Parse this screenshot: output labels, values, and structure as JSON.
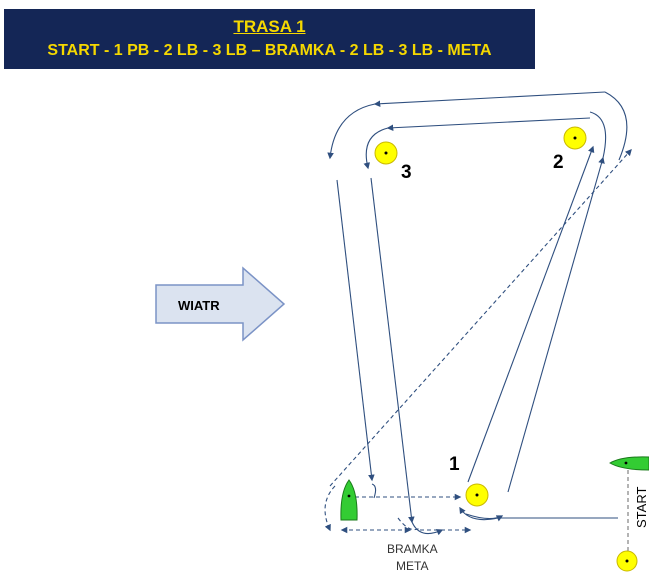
{
  "header": {
    "title": "TRASA 1",
    "route": "START - 1 PB - 2 LB - 3 LB – BRAMKA - 2 LB - 3 LB - META"
  },
  "wind": {
    "label": "WIATR"
  },
  "marks": [
    {
      "id": "1",
      "label": "1"
    },
    {
      "id": "2",
      "label": "2"
    },
    {
      "id": "3",
      "label": "3"
    }
  ],
  "start_line": {
    "label": "START"
  },
  "gate": {
    "label_line1": "BRAMKA",
    "label_line2": "META"
  },
  "colors": {
    "header_bg": "#142656",
    "header_text": "#f5d800",
    "buoy": "#ffff00",
    "boat": "#33cc33",
    "course_line": "#2f4f7f",
    "arrow_fill": "#dbe3f0",
    "arrow_stroke": "#7b93c6"
  }
}
